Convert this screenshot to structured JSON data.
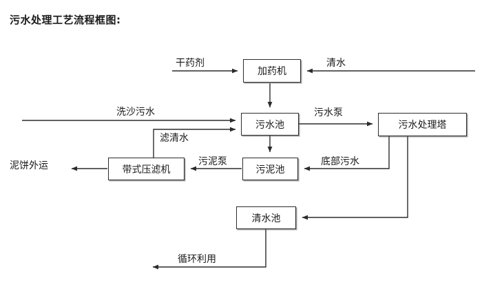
{
  "title": "污水处理工艺流程框图:",
  "diagram": {
    "type": "flowchart",
    "line_color": "#2b2b2b",
    "background": "#ffffff",
    "nodes": [
      {
        "id": "dosing_machine",
        "label": "加药机"
      },
      {
        "id": "sewage_pool",
        "label": "污水池"
      },
      {
        "id": "treatment_tower",
        "label": "污水处理塔"
      },
      {
        "id": "belt_filter_press",
        "label": "带式压滤机"
      },
      {
        "id": "sludge_pool",
        "label": "污泥池"
      },
      {
        "id": "clean_water_pool",
        "label": "清水池"
      }
    ],
    "terminals": [
      {
        "id": "dry_chemical",
        "label": "干药剂"
      },
      {
        "id": "clean_water_in",
        "label": "清水"
      },
      {
        "id": "sand_wash_sewage",
        "label": "洗沙污水"
      },
      {
        "id": "mud_cake_out",
        "label": "泥饼外运"
      }
    ],
    "edge_labels": [
      {
        "id": "sewage_pump",
        "label": "污水泵"
      },
      {
        "id": "filtered_clear_water",
        "label": "滤清水"
      },
      {
        "id": "sludge_pump",
        "label": "污泥泵"
      },
      {
        "id": "bottom_sewage",
        "label": "底部污水"
      },
      {
        "id": "recycle_reuse",
        "label": "循环利用"
      }
    ]
  }
}
